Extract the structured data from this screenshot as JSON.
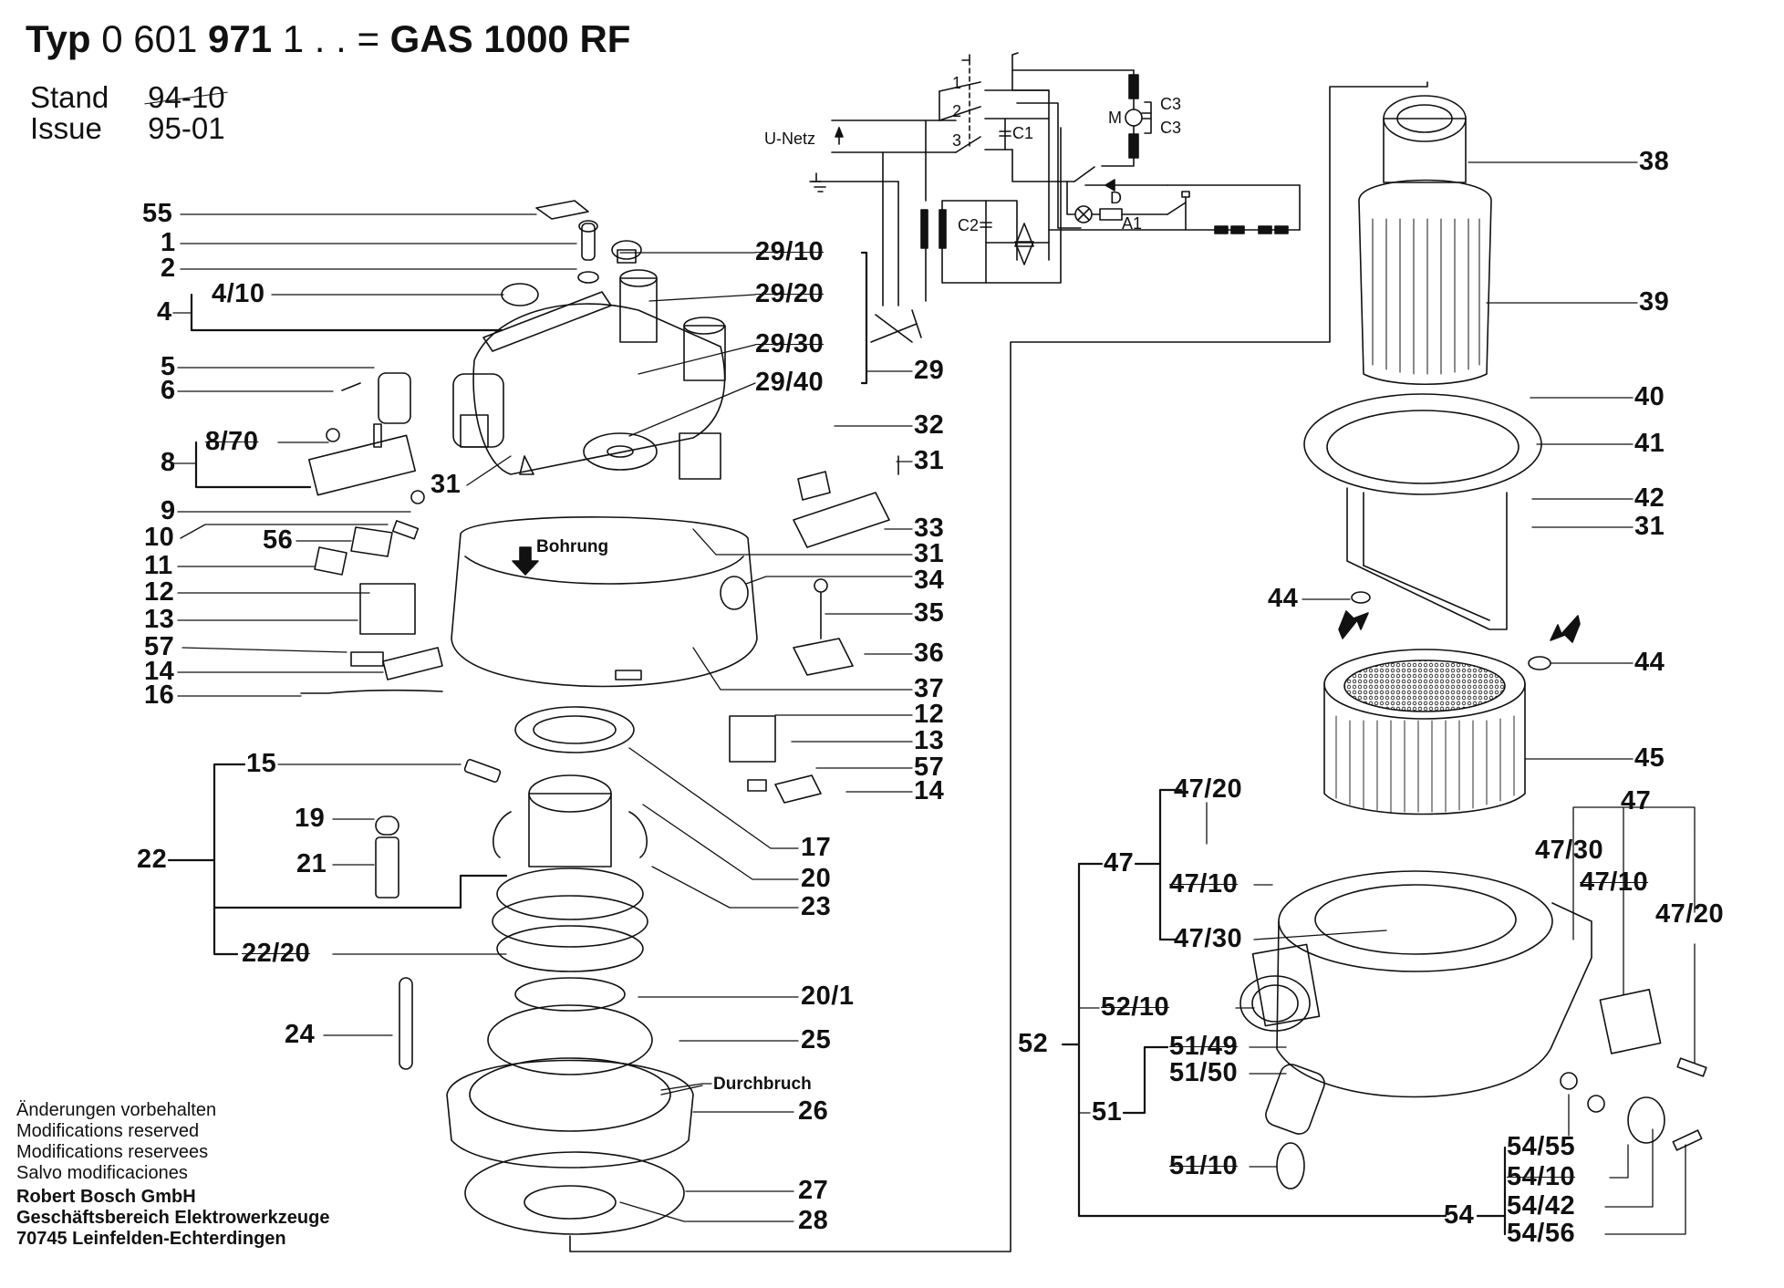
{
  "header": {
    "typ_label": "Typ",
    "typ_number": "0 601",
    "typ_number_bold": "971",
    "typ_suffix": "1 . .  =",
    "model": "GAS 1000 RF",
    "stand_label": "Stand",
    "stand_value": "94-10",
    "issue_label": "Issue",
    "issue_value": "95-01"
  },
  "schematic": {
    "supply_label": "U-Netz",
    "switch_1": "1",
    "switch_2": "2",
    "switch_3": "3",
    "c1": "C1",
    "c2": "C2",
    "c3_top": "C3",
    "c3_bottom": "C3",
    "motor": "M",
    "diode": "D",
    "a1": "A1"
  },
  "annotations": {
    "bohrung": "Bohrung",
    "durchbruch": "Durchbruch"
  },
  "labels": {
    "left": [
      {
        "text": "55",
        "struck": false
      },
      {
        "text": "1",
        "struck": false
      },
      {
        "text": "2",
        "struck": false
      },
      {
        "text": "4/10",
        "struck": false
      },
      {
        "text": "4",
        "struck": false
      },
      {
        "text": "5",
        "struck": false
      },
      {
        "text": "6",
        "struck": false
      },
      {
        "text": "8/70",
        "struck": true
      },
      {
        "text": "8",
        "struck": false
      },
      {
        "text": "31",
        "struck": false
      },
      {
        "text": "9",
        "struck": false
      },
      {
        "text": "10",
        "struck": false
      },
      {
        "text": "56",
        "struck": false
      },
      {
        "text": "11",
        "struck": false
      },
      {
        "text": "12",
        "struck": false
      },
      {
        "text": "13",
        "struck": false
      },
      {
        "text": "57",
        "struck": false
      },
      {
        "text": "14",
        "struck": false
      },
      {
        "text": "16",
        "struck": false
      },
      {
        "text": "15",
        "struck": false
      },
      {
        "text": "19",
        "struck": false
      },
      {
        "text": "22",
        "struck": false
      },
      {
        "text": "21",
        "struck": false
      },
      {
        "text": "22/20",
        "struck": true
      },
      {
        "text": "24",
        "struck": false
      }
    ],
    "middle": [
      {
        "text": "29/10",
        "struck": true
      },
      {
        "text": "29/20",
        "struck": true
      },
      {
        "text": "29/30",
        "struck": true
      },
      {
        "text": "29",
        "struck": false
      },
      {
        "text": "29/40",
        "struck": false
      },
      {
        "text": "32",
        "struck": false
      },
      {
        "text": "31",
        "struck": false
      },
      {
        "text": "33",
        "struck": false
      },
      {
        "text": "31",
        "struck": false
      },
      {
        "text": "34",
        "struck": false
      },
      {
        "text": "35",
        "struck": false
      },
      {
        "text": "36",
        "struck": false
      },
      {
        "text": "37",
        "struck": false
      },
      {
        "text": "12",
        "struck": false
      },
      {
        "text": "13",
        "struck": false
      },
      {
        "text": "57",
        "struck": false
      },
      {
        "text": "14",
        "struck": false
      },
      {
        "text": "17",
        "struck": false
      },
      {
        "text": "20",
        "struck": false
      },
      {
        "text": "23",
        "struck": false
      },
      {
        "text": "20/1",
        "struck": false
      },
      {
        "text": "25",
        "struck": false
      },
      {
        "text": "26",
        "struck": false
      },
      {
        "text": "27",
        "struck": false
      },
      {
        "text": "28",
        "struck": false
      }
    ],
    "right": [
      {
        "text": "38",
        "struck": false
      },
      {
        "text": "39",
        "struck": false
      },
      {
        "text": "40",
        "struck": false
      },
      {
        "text": "41",
        "struck": false
      },
      {
        "text": "42",
        "struck": false
      },
      {
        "text": "31",
        "struck": false
      },
      {
        "text": "44",
        "struck": false
      },
      {
        "text": "44",
        "struck": false
      },
      {
        "text": "45",
        "struck": false
      },
      {
        "text": "47",
        "struck": false
      },
      {
        "text": "47/20",
        "struck": false
      },
      {
        "text": "47/30",
        "struck": false
      },
      {
        "text": "47",
        "struck": false
      },
      {
        "text": "47/10",
        "struck": true
      },
      {
        "text": "47/10",
        "struck": true
      },
      {
        "text": "47/20",
        "struck": false
      },
      {
        "text": "47/30",
        "struck": false
      },
      {
        "text": "52/10",
        "struck": true
      },
      {
        "text": "52",
        "struck": false
      },
      {
        "text": "51/49",
        "struck": true
      },
      {
        "text": "51/50",
        "struck": false
      },
      {
        "text": "51",
        "struck": false
      },
      {
        "text": "51/10",
        "struck": true
      },
      {
        "text": "54/55",
        "struck": false
      },
      {
        "text": "54/10",
        "struck": true
      },
      {
        "text": "54/42",
        "struck": false
      },
      {
        "text": "54",
        "struck": false
      },
      {
        "text": "54/56",
        "struck": false
      }
    ]
  },
  "footer": {
    "lines": [
      "Änderungen vorbehalten",
      "Modifications reserved",
      "Modifications reservees",
      "Salvo modificaciones"
    ],
    "company": [
      "Robert Bosch GmbH",
      "Geschäftsbereich Elektrowerkzeuge",
      "70745 Leinfelden-Echterdingen"
    ]
  }
}
